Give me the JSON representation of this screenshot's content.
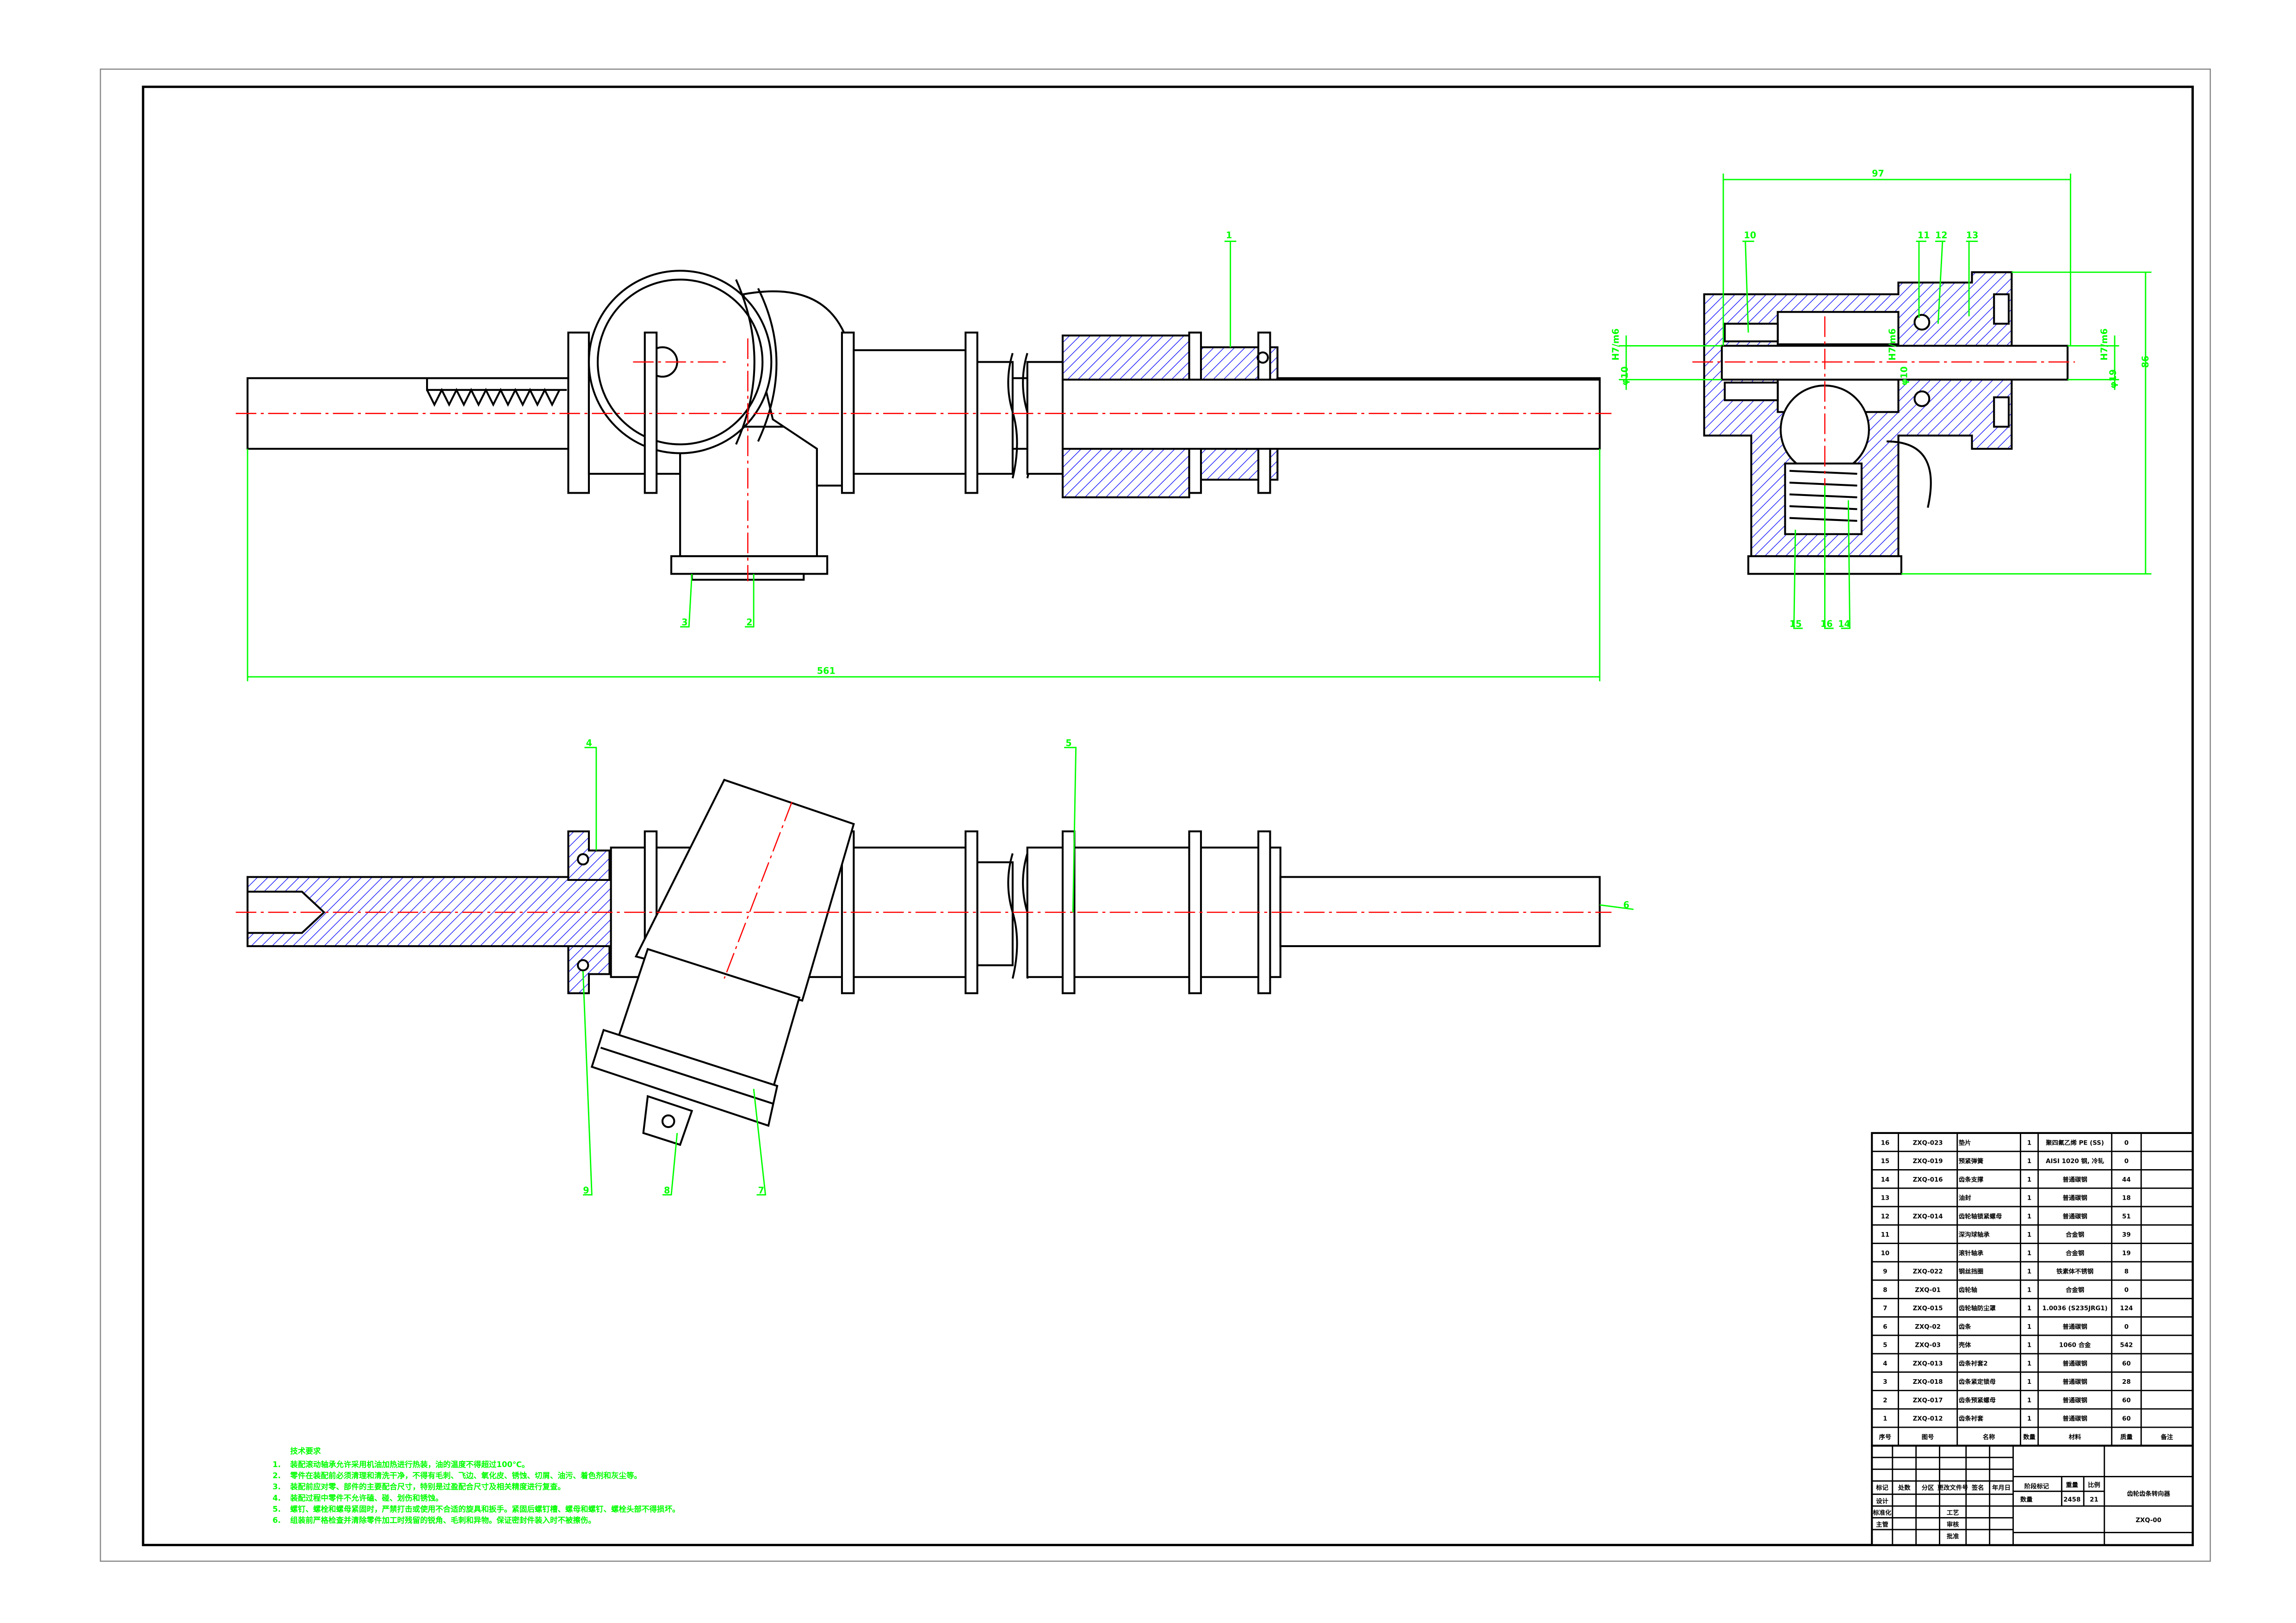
{
  "drawing": {
    "title": "齿轮齿条转向器",
    "drawing_no": "ZXQ-00",
    "weight": "2458",
    "scale": "21",
    "dimensions": {
      "overall_length": "561",
      "width_side": "97",
      "height_side": "86",
      "fit_left": "H7/m6",
      "dia_left": "φ10",
      "fit_mid": "H7/m6",
      "dia_mid": "φ10",
      "fit_right": "H7/m6",
      "dia_right": "φ19"
    },
    "balloons": {
      "front": [
        "1",
        "3",
        "2"
      ],
      "bottom": [
        "4",
        "5",
        "6",
        "9",
        "8",
        "7"
      ],
      "side": [
        "10",
        "11",
        "12",
        "13",
        "15",
        "16",
        "14"
      ]
    }
  },
  "tech_requirements": {
    "heading": "技术要求",
    "items": [
      {
        "n": "1.",
        "text": "装配滚动轴承允许采用机油加热进行热装，油的温度不得超过100℃。"
      },
      {
        "n": "2.",
        "text": "零件在装配前必须清理和清洗干净，不得有毛刺、飞边、氧化皮、锈蚀、切屑、油污、着色剂和灰尘等。"
      },
      {
        "n": "3.",
        "text": "装配前应对零、部件的主要配合尺寸，特别是过盈配合尺寸及相关精度进行复查。"
      },
      {
        "n": "4.",
        "text": "装配过程中零件不允许磕、碰、划伤和锈蚀。"
      },
      {
        "n": "5.",
        "text": "螺钉、螺栓和螺母紧固时，严禁打击或使用不合适的旋具和扳手。紧固后螺钉槽、螺母和螺钉、螺栓头部不得损坏。"
      },
      {
        "n": "6.",
        "text": "组装前严格检查并清除零件加工时残留的锐角、毛刺和异物。保证密封件装入时不被擦伤。"
      }
    ]
  },
  "bom": {
    "headers": [
      "序号",
      "图号",
      "名称",
      "数量",
      "材料",
      "质量",
      "备注"
    ],
    "rows": [
      [
        "16",
        "ZXQ-023",
        "垫片",
        "1",
        "聚四氟乙烯 PE (SS)",
        "0",
        ""
      ],
      [
        "15",
        "ZXQ-019",
        "预紧弹簧",
        "1",
        "AISI 1020 钢, 冷轧",
        "0",
        ""
      ],
      [
        "14",
        "ZXQ-016",
        "齿条支撑",
        "1",
        "普通碳钢",
        "44",
        ""
      ],
      [
        "13",
        "",
        "油封",
        "1",
        "普通碳钢",
        "18",
        ""
      ],
      [
        "12",
        "ZXQ-014",
        "齿轮轴锁紧螺母",
        "1",
        "普通碳钢",
        "51",
        ""
      ],
      [
        "11",
        "",
        "深沟球轴承",
        "1",
        "合金钢",
        "39",
        ""
      ],
      [
        "10",
        "",
        "滚针轴承",
        "1",
        "合金钢",
        "19",
        ""
      ],
      [
        "9",
        "ZXQ-022",
        "钢丝挡圈",
        "1",
        "铁素体不锈钢",
        "8",
        ""
      ],
      [
        "8",
        "ZXQ-01",
        "齿轮轴",
        "1",
        "合金钢",
        "0",
        ""
      ],
      [
        "7",
        "ZXQ-015",
        "齿轮轴防尘罩",
        "1",
        "1.0036 (S235JRG1)",
        "124",
        ""
      ],
      [
        "6",
        "ZXQ-02",
        "齿条",
        "1",
        "普通碳钢",
        "0",
        ""
      ],
      [
        "5",
        "ZXQ-03",
        "壳体",
        "1",
        "1060 合金",
        "542",
        ""
      ],
      [
        "4",
        "ZXQ-013",
        "齿条衬套2",
        "1",
        "普通碳钢",
        "60",
        ""
      ],
      [
        "3",
        "ZXQ-018",
        "齿条紧定锁母",
        "1",
        "普通碳钢",
        "28",
        ""
      ],
      [
        "2",
        "ZXQ-017",
        "齿条预紧螺母",
        "1",
        "普通碳钢",
        "60",
        ""
      ],
      [
        "1",
        "ZXQ-012",
        "齿条衬套",
        "1",
        "普通碳钢",
        "60",
        ""
      ]
    ]
  },
  "title_block": {
    "rev_headers": [
      "标记",
      "处数",
      "分区",
      "更改文件号",
      "签名",
      "年月日"
    ],
    "roles": [
      "设计",
      "标准化",
      "主管",
      ""
    ],
    "roles2": [
      "工艺",
      "审核",
      "批准"
    ],
    "stage_label": "阶段标记",
    "weight_label": "重量",
    "scale_label": "比例",
    "stage_value": "数量"
  },
  "colors": {
    "outline": "#000000",
    "hatch": "#0000ff",
    "centerline": "#ff0000",
    "annotation": "#00ff00"
  }
}
